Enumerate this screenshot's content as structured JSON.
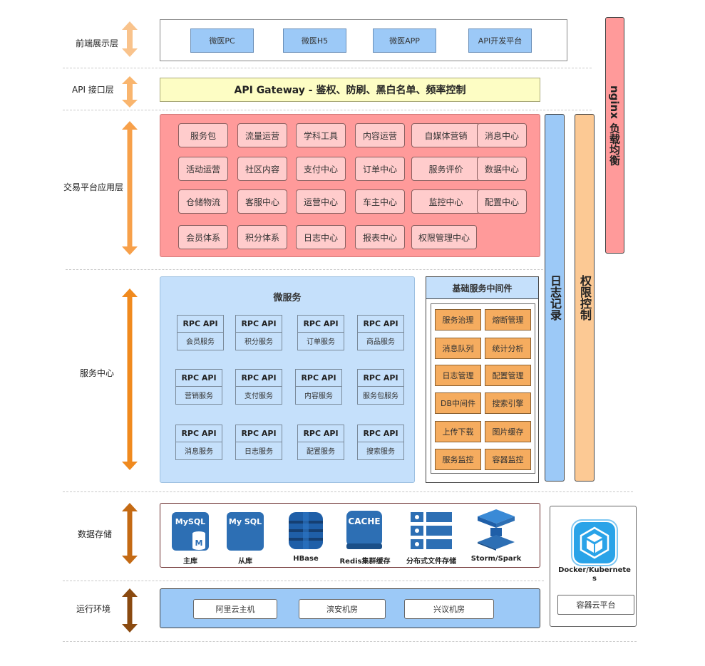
{
  "layers": {
    "frontend": "前端展示层",
    "api": "API 接口层",
    "trade": "交易平台应用层",
    "service": "服务中心",
    "storage": "数据存储",
    "runtime": "运行环境"
  },
  "frontend_items": [
    "微医PC",
    "微医H5",
    "微医APP",
    "API开发平台"
  ],
  "gateway": "API Gateway - 鉴权、防刷、黑白名单、频率控制",
  "trade_rows": [
    [
      "服务包",
      "流量运营",
      "学科工具",
      "内容运营",
      "自媒体营销",
      "消息中心"
    ],
    [
      "活动运营",
      "社区内容",
      "支付中心",
      "订单中心",
      "服务评价",
      "数据中心"
    ],
    [
      "仓储物流",
      "客服中心",
      "运营中心",
      "车主中心",
      "监控中心",
      "配置中心"
    ],
    [
      "会员体系",
      "积分体系",
      "日志中心",
      "报表中心",
      "权限管理中心"
    ]
  ],
  "micro": {
    "title": "微服务",
    "rpc_label": "RPC API",
    "rows": [
      [
        "会员服务",
        "积分服务",
        "订单服务",
        "商品服务"
      ],
      [
        "营销服务",
        "支付服务",
        "内容服务",
        "服务包服务"
      ],
      [
        "消息服务",
        "日志服务",
        "配置服务",
        "搜索服务"
      ]
    ]
  },
  "middleware": {
    "title": "基础服务中间件",
    "items": [
      [
        "服务治理",
        "熔断管理"
      ],
      [
        "消息队列",
        "统计分析"
      ],
      [
        "日志管理",
        "配置管理"
      ],
      [
        "DB中间件",
        "搜索引擎"
      ],
      [
        "上传下载",
        "图片缓存"
      ],
      [
        "服务监控",
        "容器监控"
      ]
    ]
  },
  "bars": {
    "log": "日志记录",
    "auth": "权限控制",
    "nginx": "nginx 负载均衡"
  },
  "storage": {
    "icons": {
      "mysql": "MySQL",
      "mysql2": "My SQL",
      "m": "M",
      "cache": "CACHE"
    },
    "items": [
      "主库",
      "从库",
      "HBase",
      "Redis集群缓存",
      "分布式文件存储",
      "Storm/Spark"
    ]
  },
  "runtime_items": [
    "阿里云主机",
    "滨安机房",
    "兴议机房"
  ],
  "docker": {
    "label": "Docker/Kubernetes",
    "platform": "容器云平台"
  },
  "colors": {
    "arrow_light": "#f9c38c",
    "arrow_mid": "#f7a04a",
    "arrow_orange": "#f08a1e",
    "arrow_brown": "#c46a14",
    "arrow_dark": "#8a4a10",
    "log_bar": "#9cc9f7",
    "auth_bar": "#fcc994",
    "nginx_bar": "#ff9a9a"
  }
}
